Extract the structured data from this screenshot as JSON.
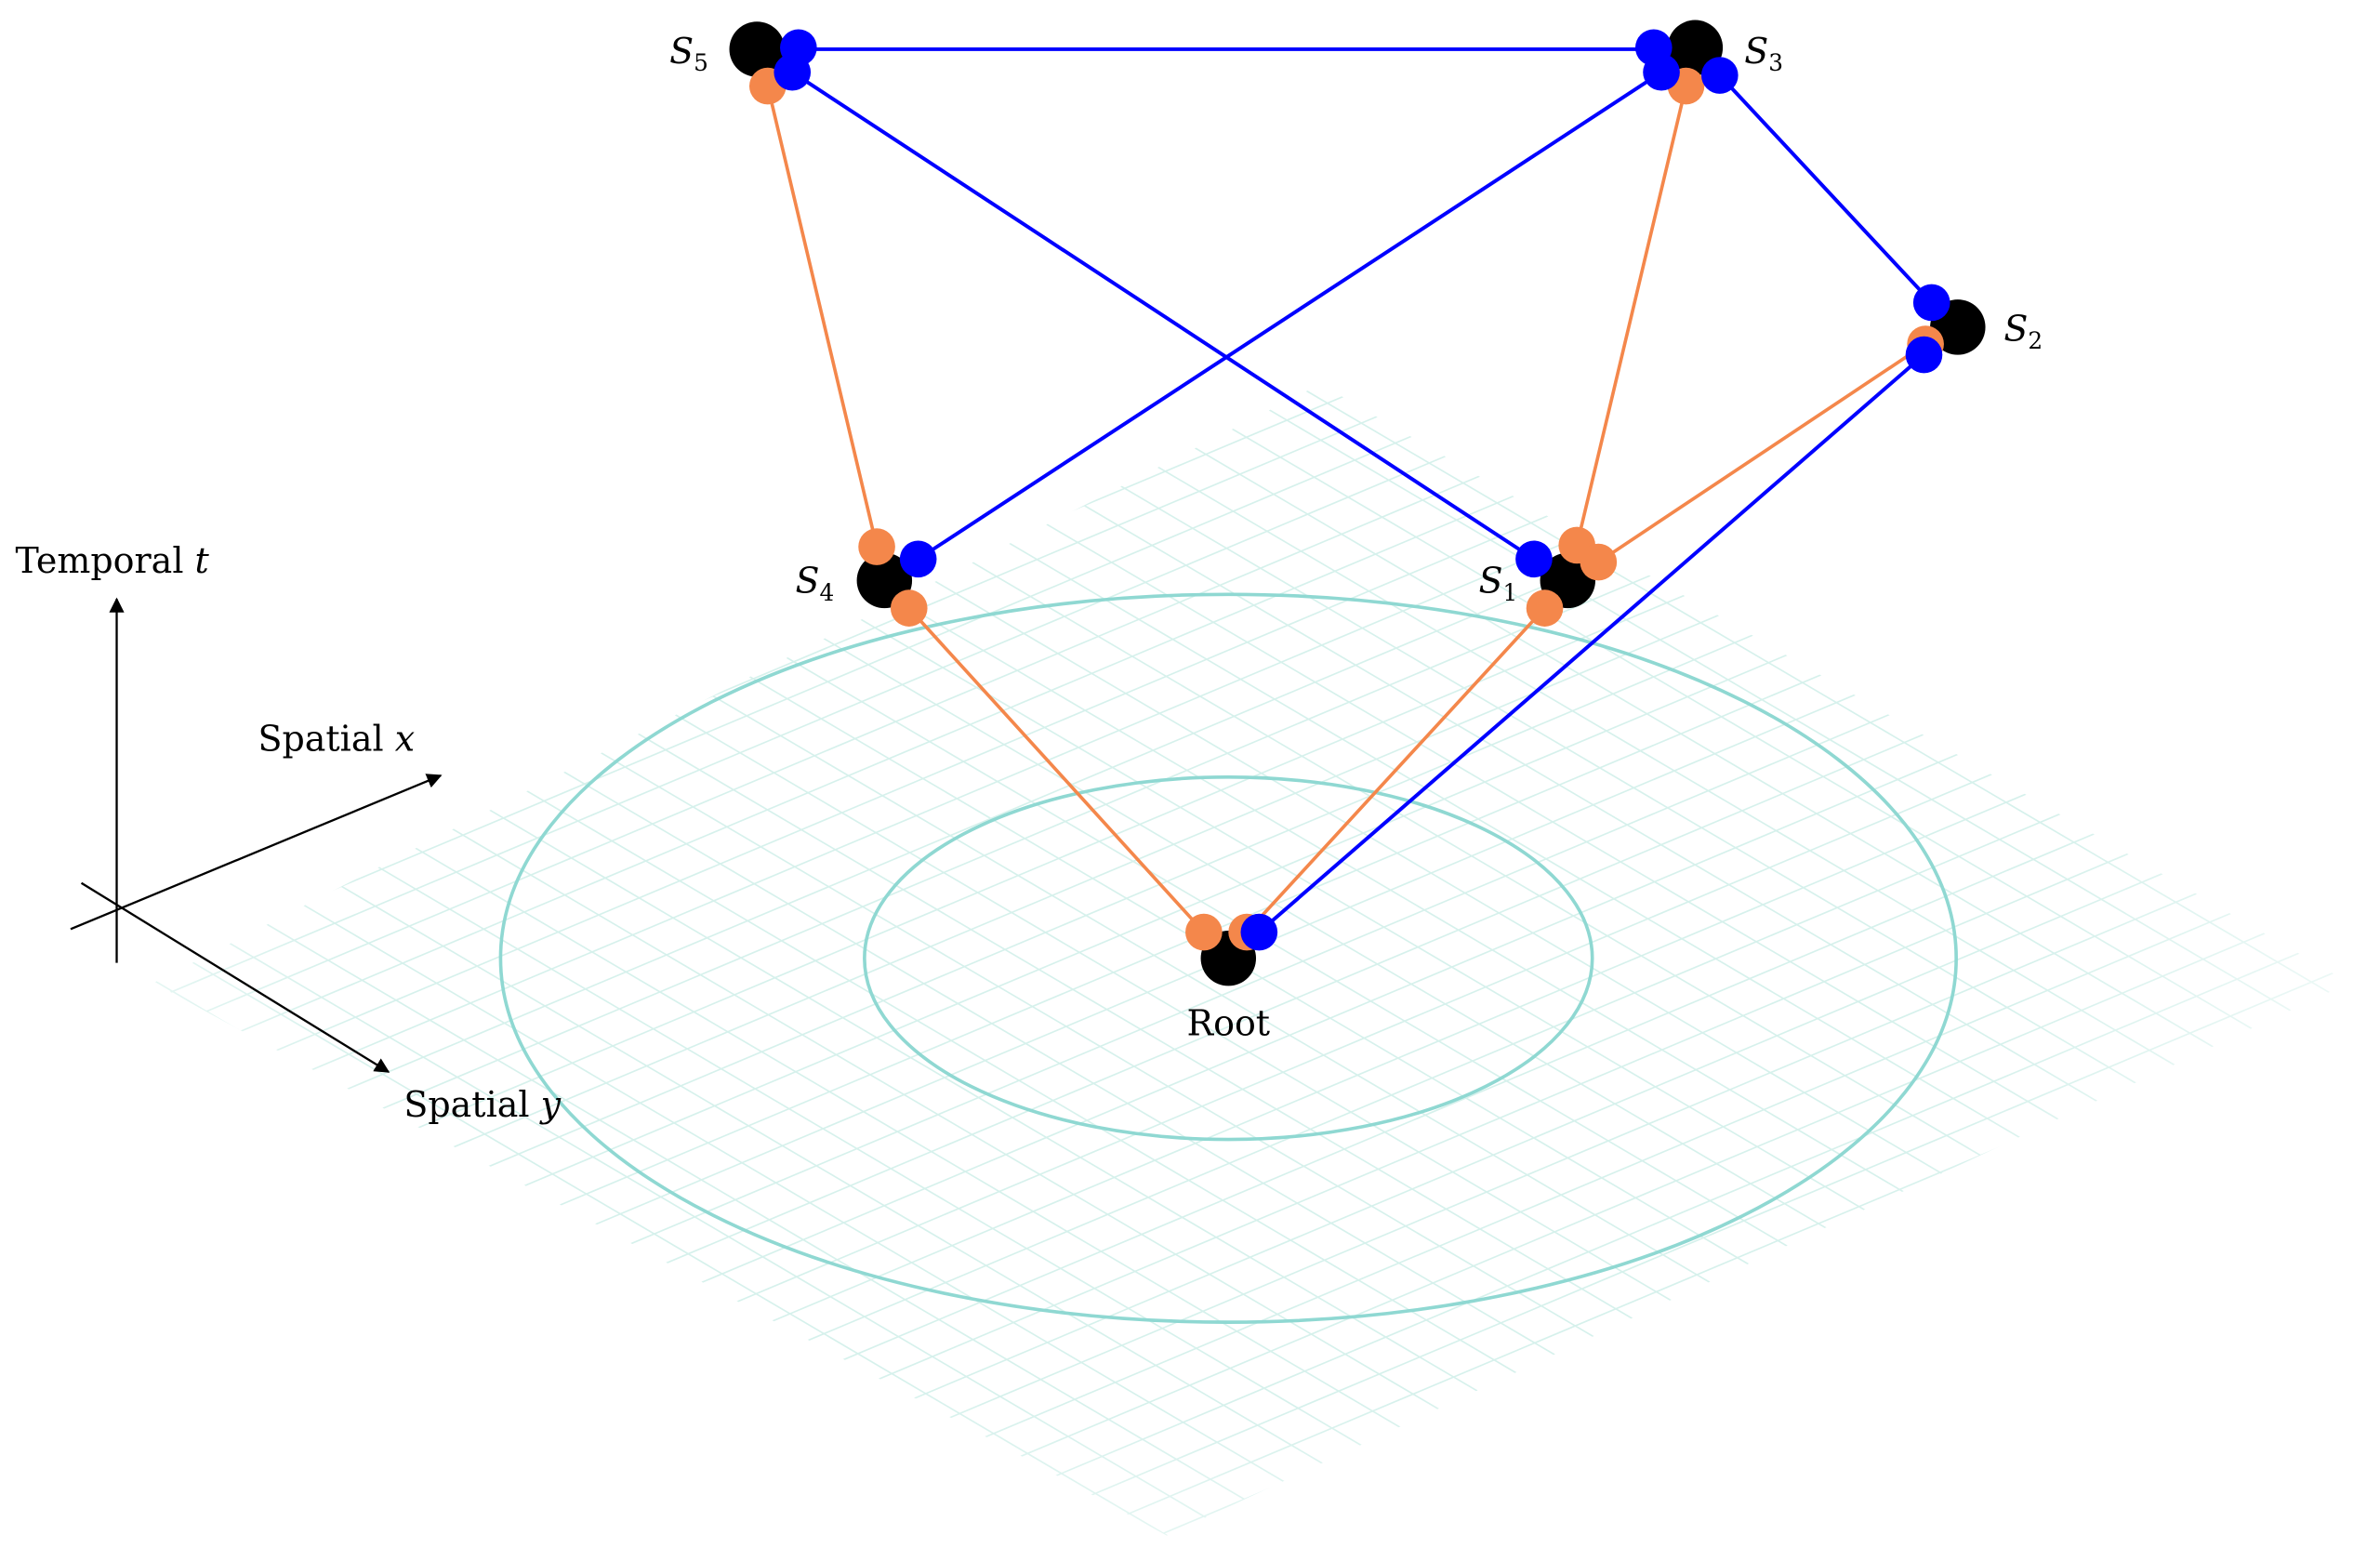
{
  "colors": {
    "node": "#000000",
    "spatial_edge": "#0000ff",
    "temporal_edge": "#f4874b",
    "ring": "#8fd8d2",
    "grid": "#d6f1ec",
    "axis": "#000000"
  },
  "axes": {
    "temporal": {
      "word": "Temporal",
      "var": "t"
    },
    "spatial_x": {
      "word": "Spatial",
      "var": "x"
    },
    "spatial_y": {
      "word": "Spatial",
      "var": "y"
    }
  },
  "nodes": {
    "root": {
      "label": "Root"
    },
    "s1": {
      "label": "S",
      "sub": "1"
    },
    "s2": {
      "label": "S",
      "sub": "2"
    },
    "s3": {
      "label": "S",
      "sub": "3"
    },
    "s4": {
      "label": "S",
      "sub": "4"
    },
    "s5": {
      "label": "S",
      "sub": "5"
    }
  },
  "edges": {
    "spatial": [
      [
        "S5",
        "S3"
      ],
      [
        "S5",
        "S1"
      ],
      [
        "S3",
        "S4"
      ],
      [
        "S3",
        "S2"
      ],
      [
        "S2",
        "Root"
      ]
    ],
    "temporal": [
      [
        "S5",
        "S4"
      ],
      [
        "S3",
        "S1"
      ],
      [
        "S2",
        "S1"
      ],
      [
        "S4",
        "Root"
      ],
      [
        "S1",
        "Root"
      ]
    ]
  }
}
